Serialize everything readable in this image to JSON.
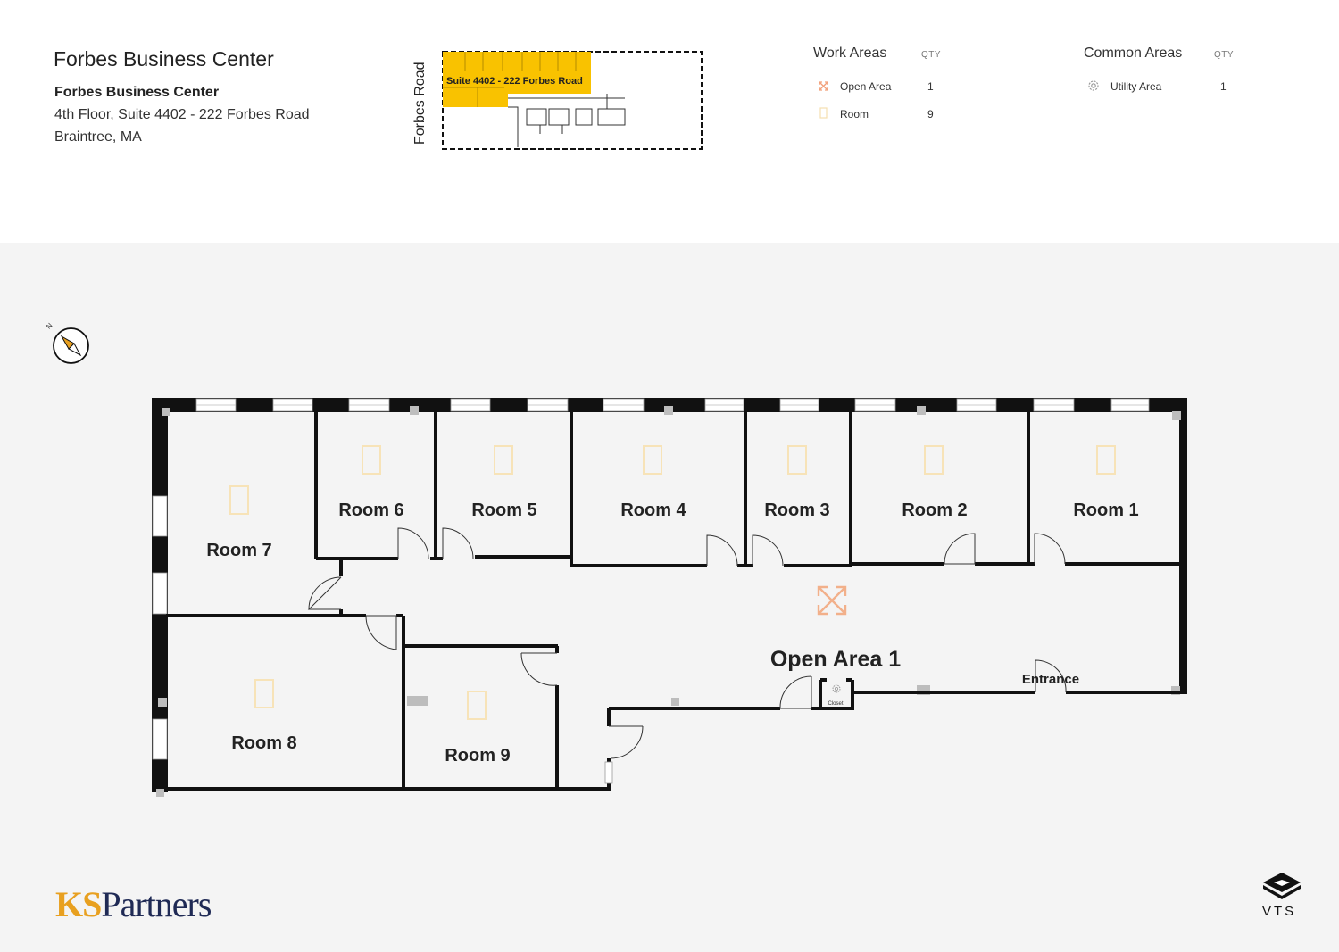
{
  "header": {
    "title": "Forbes Business Center",
    "address_name": "Forbes Business Center",
    "address_line1": "4th Floor, Suite 4402 - 222 Forbes Road",
    "address_line2": "Braintree, MA"
  },
  "keyplan": {
    "street_label": "Forbes Road",
    "suite_label": "Suite 4402 - 222 Forbes Road",
    "highlight_color": "#f9c200"
  },
  "legend": {
    "work_areas": {
      "heading": "Work Areas",
      "qty_label": "QTY",
      "items": [
        {
          "label": "Open Area",
          "qty": "1",
          "icon": "open-area-icon"
        },
        {
          "label": "Room",
          "qty": "9",
          "icon": "room-door-icon"
        }
      ]
    },
    "common_areas": {
      "heading": "Common Areas",
      "qty_label": "QTY",
      "items": [
        {
          "label": "Utility Area",
          "qty": "1",
          "icon": "gear-icon"
        }
      ]
    }
  },
  "compass": {
    "north_label": "N"
  },
  "floorplan": {
    "rooms": [
      "Room 1",
      "Room 2",
      "Room 3",
      "Room 4",
      "Room 5",
      "Room 6",
      "Room 7",
      "Room 8",
      "Room 9"
    ],
    "open_area": "Open Area 1",
    "entrance": "Entrance",
    "closet": "Closet",
    "room_icon_color": "#f7e3b8",
    "open_area_icon_color": "#f2b08a"
  },
  "branding": {
    "ks": "KS",
    "partners": "Partners",
    "vts": "VTS"
  }
}
